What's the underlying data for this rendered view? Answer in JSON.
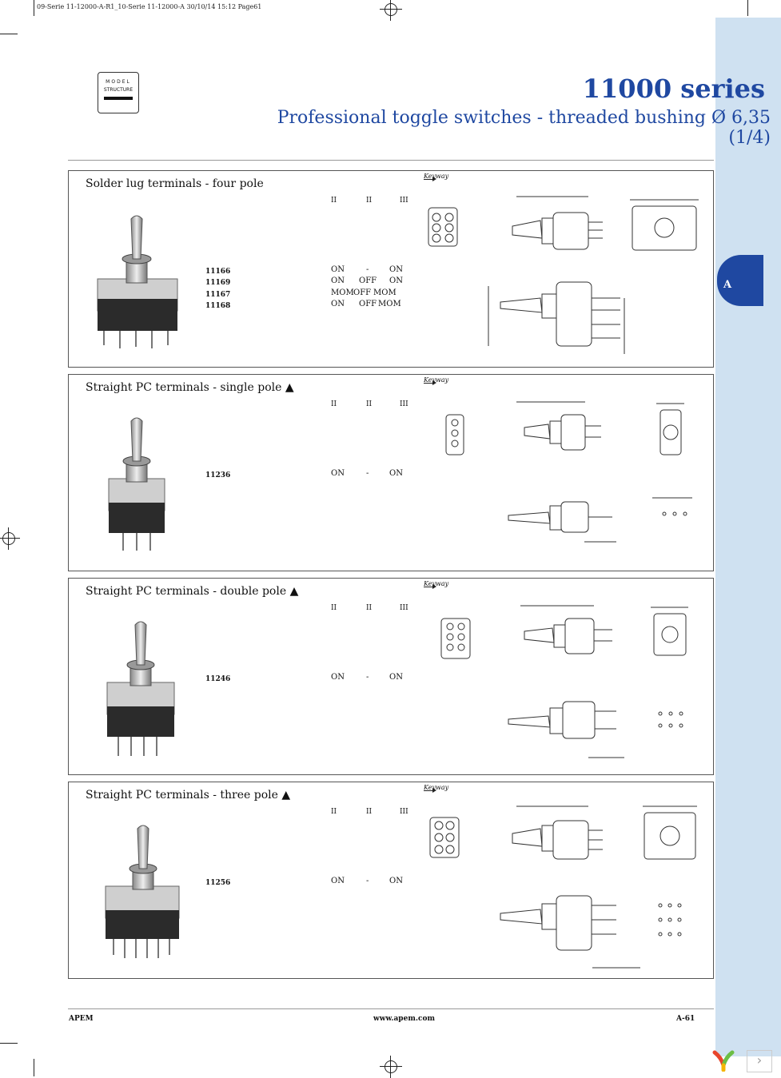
{
  "print_info": "09-Serie 11-12000-A-R1_10-Serie 11-12000-A  30/10/14  15:12  Page61",
  "model_box": {
    "line1": "MODEL",
    "line2": "STRUCTURE"
  },
  "header": {
    "title": "11000 series",
    "subtitle": "Professional toggle switches - threaded bushing Ø 6,35 (1/4)"
  },
  "tab_letter": "A",
  "keyway_label": "Keyway",
  "position_headers": [
    "II",
    "II",
    "III"
  ],
  "sections": [
    {
      "title": "Solder lug terminals - four pole",
      "rows": [
        {
          "part": "11166",
          "f": [
            "ON",
            "-",
            "ON"
          ]
        },
        {
          "part": "11169",
          "f": [
            "ON",
            "OFF",
            "ON"
          ]
        },
        {
          "part": "11167",
          "f": [
            "MOM",
            "OFF",
            "MOM"
          ]
        },
        {
          "part": "11168",
          "f": [
            "ON",
            "OFF",
            "MOM"
          ]
        }
      ]
    },
    {
      "title": "Straight PC terminals - single pole ▲",
      "rows": [
        {
          "part": "11236",
          "f": [
            "ON",
            "-",
            "ON"
          ]
        }
      ]
    },
    {
      "title": "Straight PC terminals - double pole ▲",
      "rows": [
        {
          "part": "11246",
          "f": [
            "ON",
            "-",
            "ON"
          ]
        }
      ]
    },
    {
      "title": "Straight PC terminals - three pole ▲",
      "rows": [
        {
          "part": "11256",
          "f": [
            "ON",
            "-",
            "ON"
          ]
        }
      ]
    }
  ],
  "footer": {
    "left": "APEM",
    "center": "www.apem.com",
    "right": "A-61"
  },
  "colors": {
    "brand_blue": "#1f48a1",
    "sidebar": "#cfe1f1"
  }
}
